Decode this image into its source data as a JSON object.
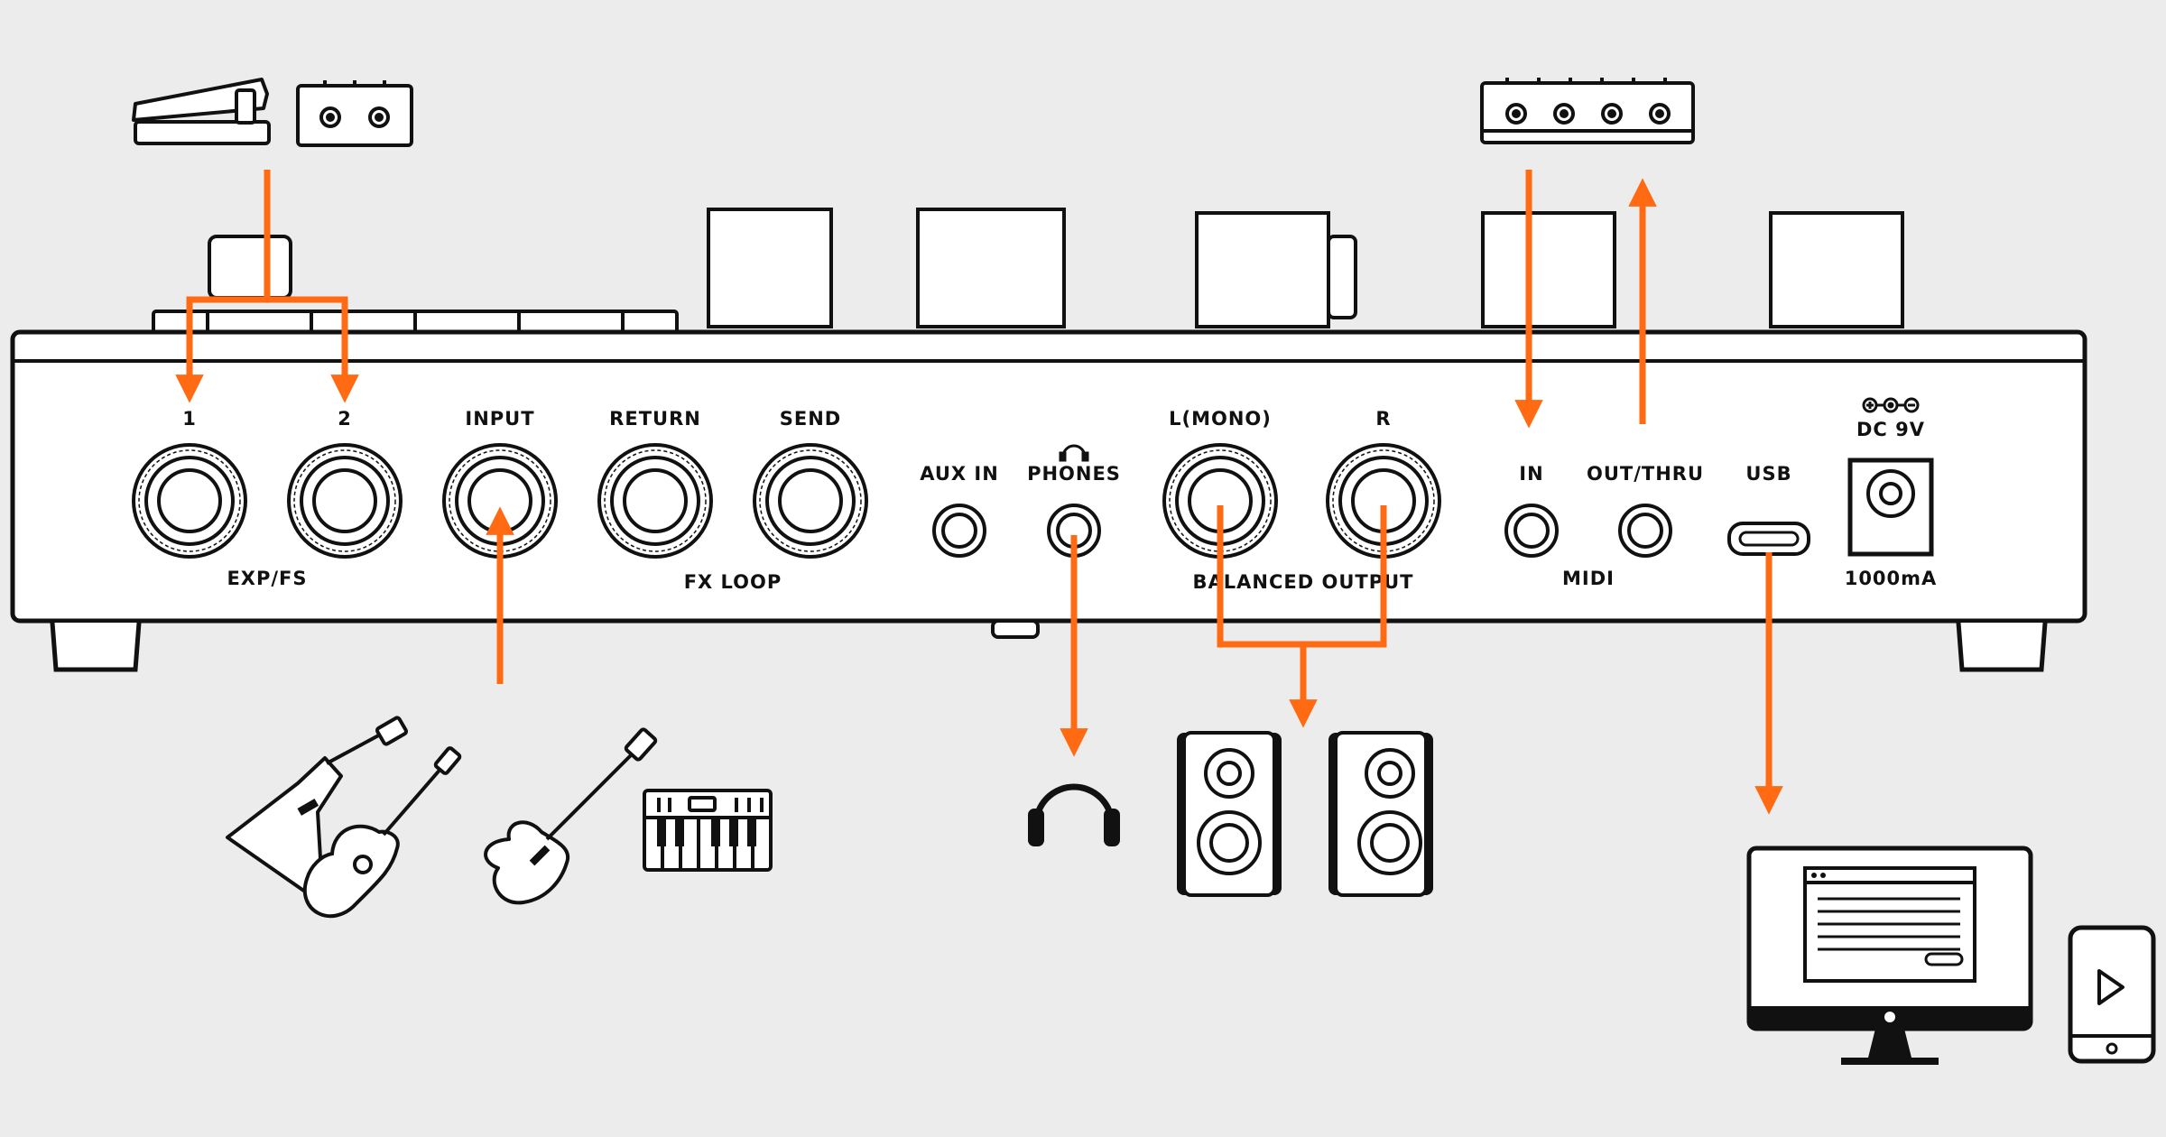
{
  "colors": {
    "background": "#ececec",
    "outline": "#111111",
    "accent": "#ff6a13",
    "fill": "#ffffff"
  },
  "labels": {
    "exp1": "1",
    "exp2": "2",
    "input": "INPUT",
    "return": "RETURN",
    "send": "SEND",
    "aux_in": "AUX IN",
    "phones": "PHONES",
    "l_mono": "L(MONO)",
    "r": "R",
    "midi_in": "IN",
    "midi_out": "OUT/THRU",
    "usb": "USB",
    "dc": "DC 9V",
    "exp_fs": "EXP/FS",
    "fx_loop": "FX LOOP",
    "balanced_output": "BALANCED OUTPUT",
    "midi": "MIDI",
    "current": "1000mA"
  },
  "icons": [
    "expression-pedal-icon",
    "footswitch-icon",
    "midi-device-icon",
    "flying-v-guitar-icon",
    "acoustic-guitar-icon",
    "electric-guitar-icon",
    "keyboard-synth-icon",
    "headphones-icon",
    "speaker-icon",
    "computer-monitor-icon",
    "tablet-icon"
  ]
}
